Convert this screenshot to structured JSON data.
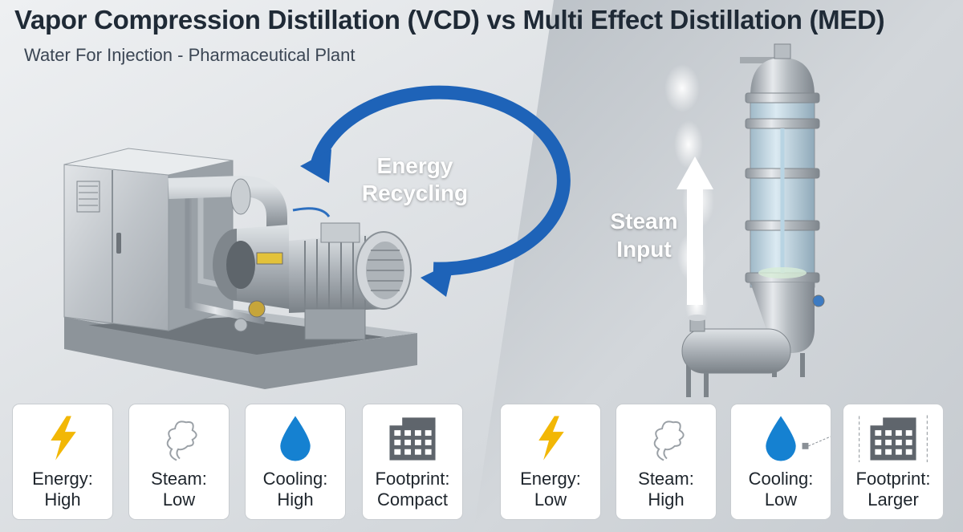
{
  "header": {
    "title": "Vapor Compression Distillation (VCD) vs Multi Effect Distillation (MED)",
    "subtitle": "Water For Injection - Pharmaceutical Plant"
  },
  "vcd": {
    "arrow_label_line1": "Energy",
    "arrow_label_line2": "Recycling",
    "cards": [
      {
        "icon": "lightning-icon",
        "label": "Energy:",
        "value": "High"
      },
      {
        "icon": "steam-cloud-icon",
        "label": "Steam:",
        "value": "Low"
      },
      {
        "icon": "water-drop-icon",
        "label": "Cooling:",
        "value": "High"
      },
      {
        "icon": "building-icon",
        "label": "Footprint:",
        "value": "Compact"
      }
    ]
  },
  "med": {
    "arrow_label_line1": "Steam",
    "arrow_label_line2": "Input",
    "cards": [
      {
        "icon": "lightning-icon",
        "label": "Energy:",
        "value": "Low"
      },
      {
        "icon": "steam-cloud-icon",
        "label": "Steam:",
        "value": "High"
      },
      {
        "icon": "water-drop-icon",
        "label": "Cooling:",
        "value": "Low"
      },
      {
        "icon": "building-icon",
        "label": "Footprint:",
        "value": "Larger"
      }
    ]
  },
  "colors": {
    "lightning": "#f2b705",
    "water_drop": "#1581d1",
    "recycle_arrow": "#1e63b8",
    "building": "#5f656c",
    "steam_icon": "#9aa0a6"
  }
}
